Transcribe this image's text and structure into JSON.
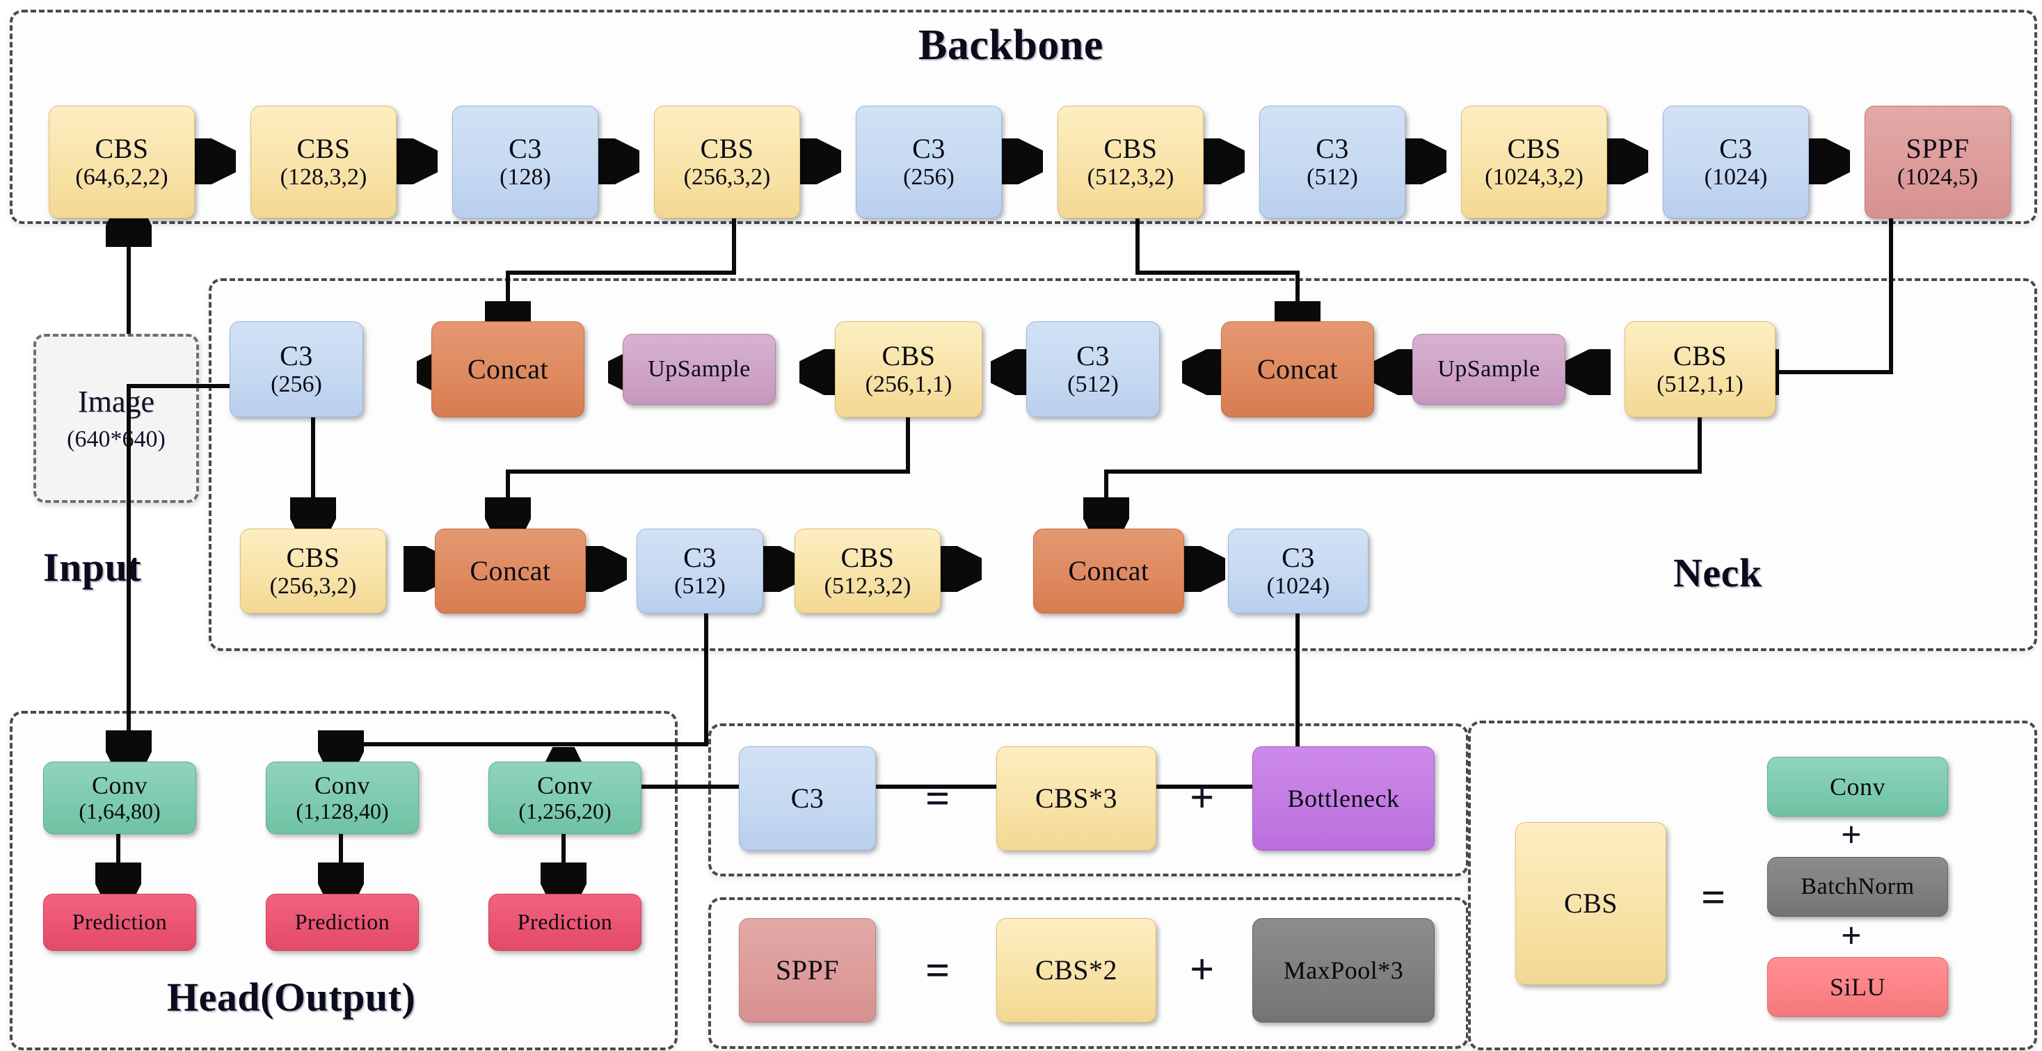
{
  "sections": {
    "backbone_label": "Backbone",
    "neck_label": "Neck",
    "input_label": "Input",
    "head_label": "Head(Output)"
  },
  "input": {
    "image_title": "Image",
    "image_size": "(640*640)"
  },
  "backbone": [
    {
      "name": "CBS",
      "params": "(64,6,2,2)",
      "type": "cbs"
    },
    {
      "name": "CBS",
      "params": "(128,3,2)",
      "type": "cbs"
    },
    {
      "name": "C3",
      "params": "(128)",
      "type": "c3"
    },
    {
      "name": "CBS",
      "params": "(256,3,2)",
      "type": "cbs"
    },
    {
      "name": "C3",
      "params": "(256)",
      "type": "c3"
    },
    {
      "name": "CBS",
      "params": "(512,3,2)",
      "type": "cbs"
    },
    {
      "name": "C3",
      "params": "(512)",
      "type": "c3"
    },
    {
      "name": "CBS",
      "params": "(1024,3,2)",
      "type": "cbs"
    },
    {
      "name": "C3",
      "params": "(1024)",
      "type": "c3"
    },
    {
      "name": "SPPF",
      "params": "(1024,5)",
      "type": "sppf"
    }
  ],
  "neck_row1": [
    {
      "name": "C3",
      "params": "(256)",
      "type": "c3"
    },
    {
      "name": "Concat",
      "params": "",
      "type": "concat"
    },
    {
      "name": "UpSample",
      "params": "",
      "type": "upsmp"
    },
    {
      "name": "CBS",
      "params": "(256,1,1)",
      "type": "cbs"
    },
    {
      "name": "C3",
      "params": "(512)",
      "type": "c3"
    },
    {
      "name": "Concat",
      "params": "",
      "type": "concat"
    },
    {
      "name": "UpSample",
      "params": "",
      "type": "upsmp"
    },
    {
      "name": "CBS",
      "params": "(512,1,1)",
      "type": "cbs"
    }
  ],
  "neck_row2": [
    {
      "name": "CBS",
      "params": "(256,3,2)",
      "type": "cbs"
    },
    {
      "name": "Concat",
      "params": "",
      "type": "concat"
    },
    {
      "name": "C3",
      "params": "(512)",
      "type": "c3"
    },
    {
      "name": "CBS",
      "params": "(512,3,2)",
      "type": "cbs"
    },
    {
      "name": "Concat",
      "params": "",
      "type": "concat"
    },
    {
      "name": "C3",
      "params": "(1024)",
      "type": "c3"
    }
  ],
  "head": {
    "convs": [
      {
        "name": "Conv",
        "params": "(1,64,80)"
      },
      {
        "name": "Conv",
        "params": "(1,128,40)"
      },
      {
        "name": "Conv",
        "params": "(1,256,20)"
      }
    ],
    "predictions": [
      "Prediction",
      "Prediction",
      "Prediction"
    ]
  },
  "legend": {
    "c3": {
      "lhs": "C3",
      "eq": "=",
      "term1": "CBS*3",
      "plus": "+",
      "term2": "Bottleneck"
    },
    "sppf": {
      "lhs": "SPPF",
      "eq": "=",
      "term1": "CBS*2",
      "plus": "+",
      "term2": "MaxPool*3"
    },
    "cbs": {
      "lhs": "CBS",
      "eq": "=",
      "term1": "Conv",
      "plus1": "+",
      "term2": "BatchNorm",
      "plus2": "+",
      "term3": "SiLU"
    }
  },
  "colors": {
    "cbs": "#f8e3a8",
    "c3": "#c6d9f1",
    "sppf": "#dd9c9a",
    "concat": "#df8a60",
    "upsample": "#cfa4c7",
    "conv": "#7ecbaf",
    "prediction": "#ea5573",
    "bottleneck": "#c47ce3",
    "maxpool": "#808080",
    "silu": "#fb8386",
    "border_dashed": "#4a4a4a",
    "arrow": "#0a0a0a"
  }
}
